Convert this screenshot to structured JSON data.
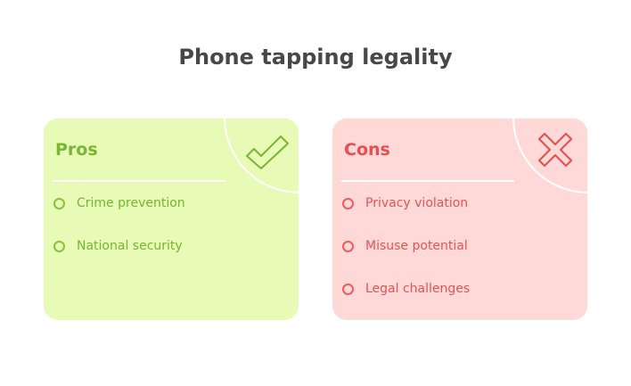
{
  "title": "Phone tapping legality",
  "pros": {
    "heading": "Pros",
    "icon": "check-icon",
    "color": "#7cb531",
    "background": "#e7fbb6",
    "items": [
      "Crime prevention",
      "National security"
    ]
  },
  "cons": {
    "heading": "Cons",
    "icon": "x-icon",
    "color": "#e94e4e",
    "background": "#ffd8d8",
    "items": [
      "Privacy violation",
      "Misuse potential",
      "Legal challenges"
    ]
  }
}
